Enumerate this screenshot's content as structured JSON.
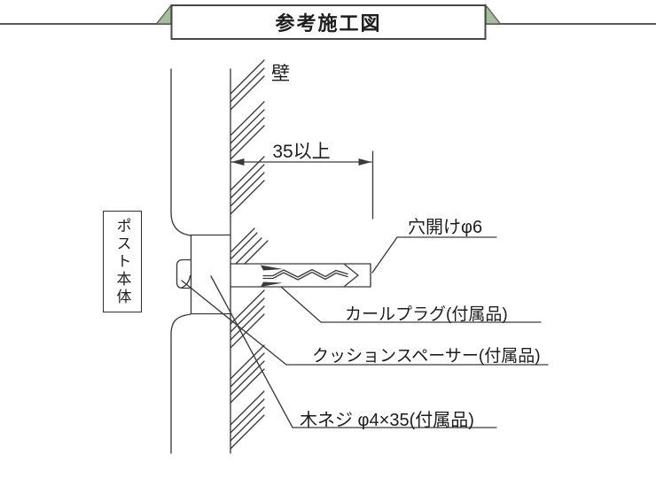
{
  "title": {
    "text": "参考施工図"
  },
  "diagram": {
    "wall_label": "壁",
    "post_body_label": "ポスト本体",
    "dimension_label": "35以上",
    "callouts": {
      "drill_hole": "穴開けφ6",
      "curl_plug": "カールプラグ(付属品)",
      "cushion_spacer": "クッションスペーサー(付属品)",
      "wood_screw": "木ネジ φ4×35(付属品)"
    }
  },
  "colors": {
    "line": "#3a3a3a",
    "rule": "#5a5a5a",
    "banner_green": "#a8bda0",
    "banner_green_edge": "#5a6353",
    "text": "#1d1d1d"
  }
}
